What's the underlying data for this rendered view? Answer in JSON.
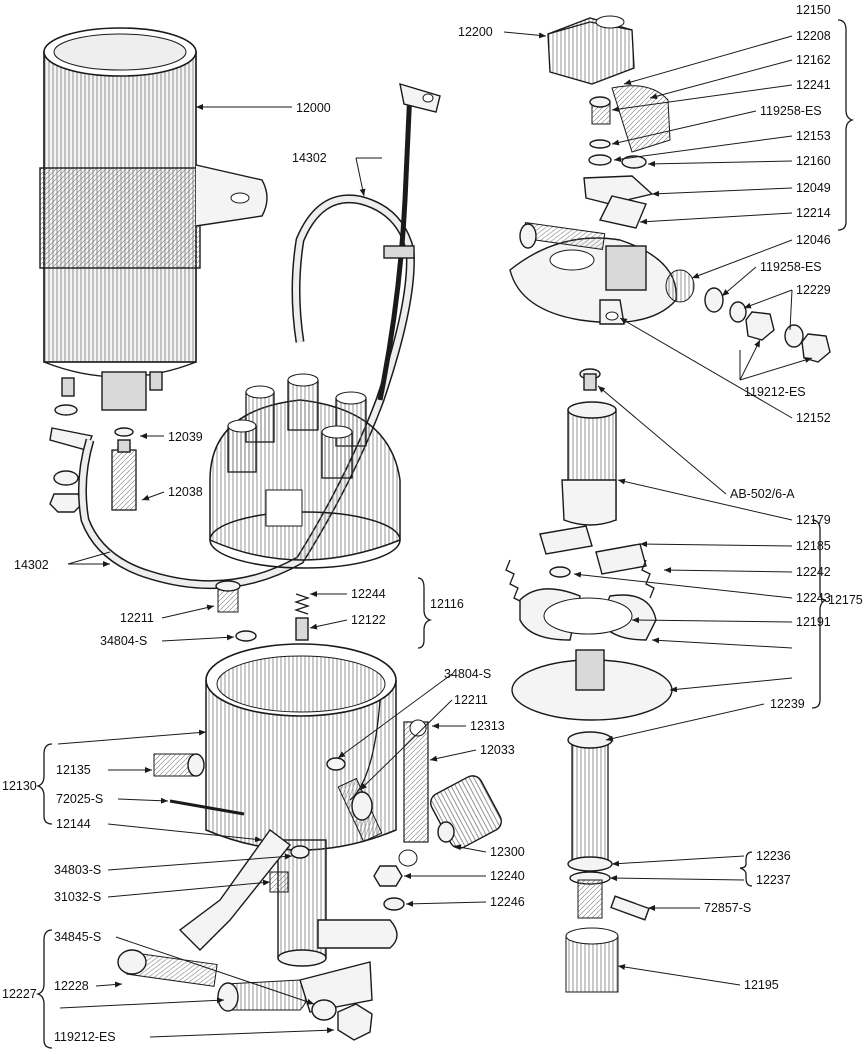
{
  "parts": {
    "coil": "12000",
    "coil_wire_top": "14302",
    "coil_wire_bottom": "14302",
    "terminal_washer": "12039",
    "coil_terminal": "12038",
    "cap_spring_group": "12116",
    "cap_spring": "12244",
    "cap_spring_pin": "12122",
    "cap_screw": "12211",
    "lock_washer": "34804-S",
    "body_lock_washer": "34804-S",
    "body_screw": "12211",
    "condenser_link": "12313",
    "condenser_strap": "12033",
    "body_group": "12130",
    "body_oiler": "12135",
    "body_pin": "72025-S",
    "body_clip": "12144",
    "condenser": "12300",
    "clip_washer": "34803-S",
    "clip_screw": "31032-S",
    "condenser_washer": "12240",
    "condenser_nut": "12246",
    "clamp_group": "12227",
    "clamp_washer": "34845-S",
    "clamp_bolt": "12228",
    "clamp_nut": "119212-ES",
    "breaker_group": "12150",
    "rotor": "12200",
    "contact_arm": "12208",
    "contact_screw": "12162",
    "contact_point": "12241",
    "contact_lockwasher": "119258-ES",
    "contact_washer": "12153",
    "contact_spacer": "12160",
    "breaker_link": "12049",
    "adjust_screw": "12214",
    "breaker_bushing": "12046",
    "breaker_lockwasher": "119258-ES",
    "breaker_washer": "12229",
    "breaker_nut": "119212-ES",
    "breaker_plate": "12152",
    "advance_group": "12175",
    "cam_screw": "AB-502/6-A",
    "cam": "12179",
    "weight_bracket": "12185",
    "weight_spring": "12242",
    "weight_washer": "12243",
    "weight": "12191",
    "shaft_plate": "12239",
    "shaft_washer": "12236",
    "shaft_spacer": "12237",
    "drive_pin": "72857-S",
    "gear_collar": "12195"
  }
}
